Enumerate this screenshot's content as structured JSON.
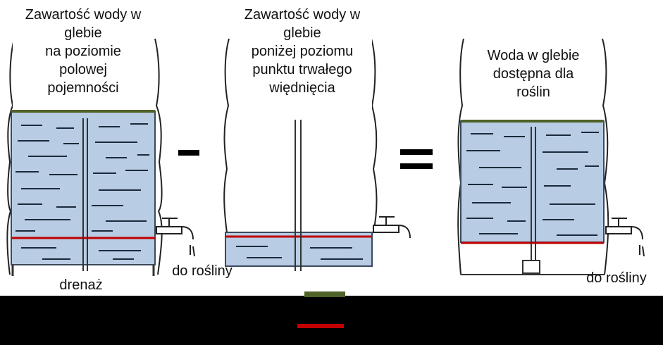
{
  "panels": [
    {
      "id": "field-capacity",
      "title_lines": [
        "Zawartość wody w",
        "glebie",
        "na poziomie",
        "polowej",
        "pojemności"
      ],
      "bottom_label": "drenaż",
      "side_label": "do rośliny"
    },
    {
      "id": "wilting-point",
      "title_lines": [
        "Zawartość wody w",
        "glebie",
        "poniżej poziomu",
        "punktu trwałego",
        "więdnięcia"
      ]
    },
    {
      "id": "available-water",
      "title_lines": [
        "Woda  w glebie",
        "dostępna dla",
        "roślin"
      ],
      "side_label": "do rośliny"
    }
  ],
  "operators": {
    "minus": "−",
    "equals": "="
  },
  "colors": {
    "water": "#b8cce4",
    "green_line": "#4f6228",
    "red_line": "#c00000",
    "background": "#000000"
  }
}
